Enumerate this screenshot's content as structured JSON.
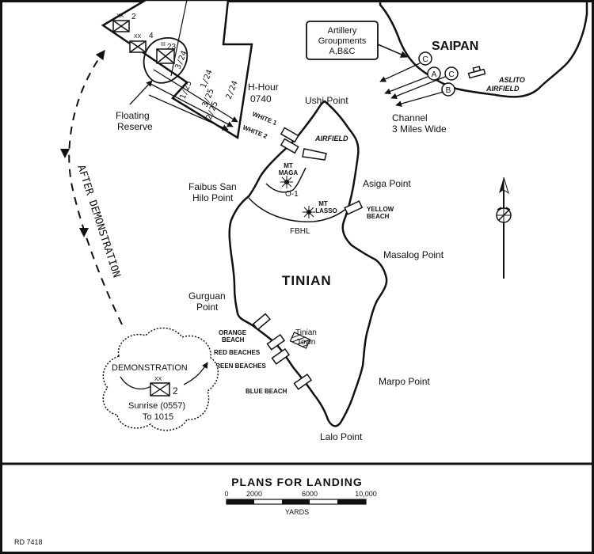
{
  "map": {
    "title": "PLANS FOR LANDING",
    "ref_code": "RD 7418",
    "saipan": {
      "name": "SAIPAN",
      "airfield_line1": "ASLITO",
      "airfield_line2": "AIRFIELD",
      "artillery_line1": "Artillery",
      "artillery_line2": "Groupments",
      "artillery_line3": "A,B&C",
      "battery_labels": [
        "C",
        "A",
        "C",
        "B"
      ]
    },
    "channel": {
      "line1": "Channel",
      "line2": "3 Miles Wide"
    },
    "tinian": {
      "name": "TINIAN",
      "airfield": "AIRFIELD",
      "mt_maga_line1": "MT",
      "mt_maga_line2": "MAGA",
      "mt_lasso_line1": "MT",
      "mt_lasso_line2": "LASSO",
      "objective": "O-1",
      "fbhl": "FBHL",
      "tinian_town_line1": "Tinian",
      "tinian_town_line2": "Town"
    },
    "points": {
      "ushi": "Ushi Point",
      "faibus_line1": "Faibus San",
      "faibus_line2": "Hilo Point",
      "asiga": "Asiga Point",
      "masalog": "Masalog Point",
      "gurguan_line1": "Gurguan",
      "gurguan_line2": "Point",
      "marpo": "Marpo Point",
      "lalo": "Lalo Point"
    },
    "beaches": {
      "white1": "WHITE 1",
      "white2": "WHITE 2",
      "yellow_line1": "YELLOW",
      "yellow_line2": "BEACH",
      "orange_line1": "ORANGE",
      "orange_line2": "BEACH",
      "red": "RED BEACHES",
      "green": "GREEN BEACHES",
      "blue": "BLUE BEACH"
    },
    "assault": {
      "h_hour_line1": "H-Hour",
      "h_hour_line2": "0740",
      "floating_reserve_line1": "Floating",
      "floating_reserve_line2": "Reserve",
      "unit_labels": [
        "3/24",
        "1/24",
        "1/25",
        "3/25",
        "2/24",
        "2/25"
      ],
      "division_numbers": [
        "2",
        "4",
        "23"
      ],
      "division_marks": [
        "XX",
        "XX",
        "III"
      ]
    },
    "demonstration": {
      "title": "DEMONSTRATION",
      "unit_mark": "XX",
      "unit_number": "2",
      "time_line1": "Sunrise (0557)",
      "time_line2": "To 1015",
      "after_label": "AFTER DEMONSTRATION"
    },
    "scale": {
      "ticks": [
        "0",
        "2000",
        "6000",
        "10,000"
      ],
      "unit": "YARDS"
    }
  }
}
